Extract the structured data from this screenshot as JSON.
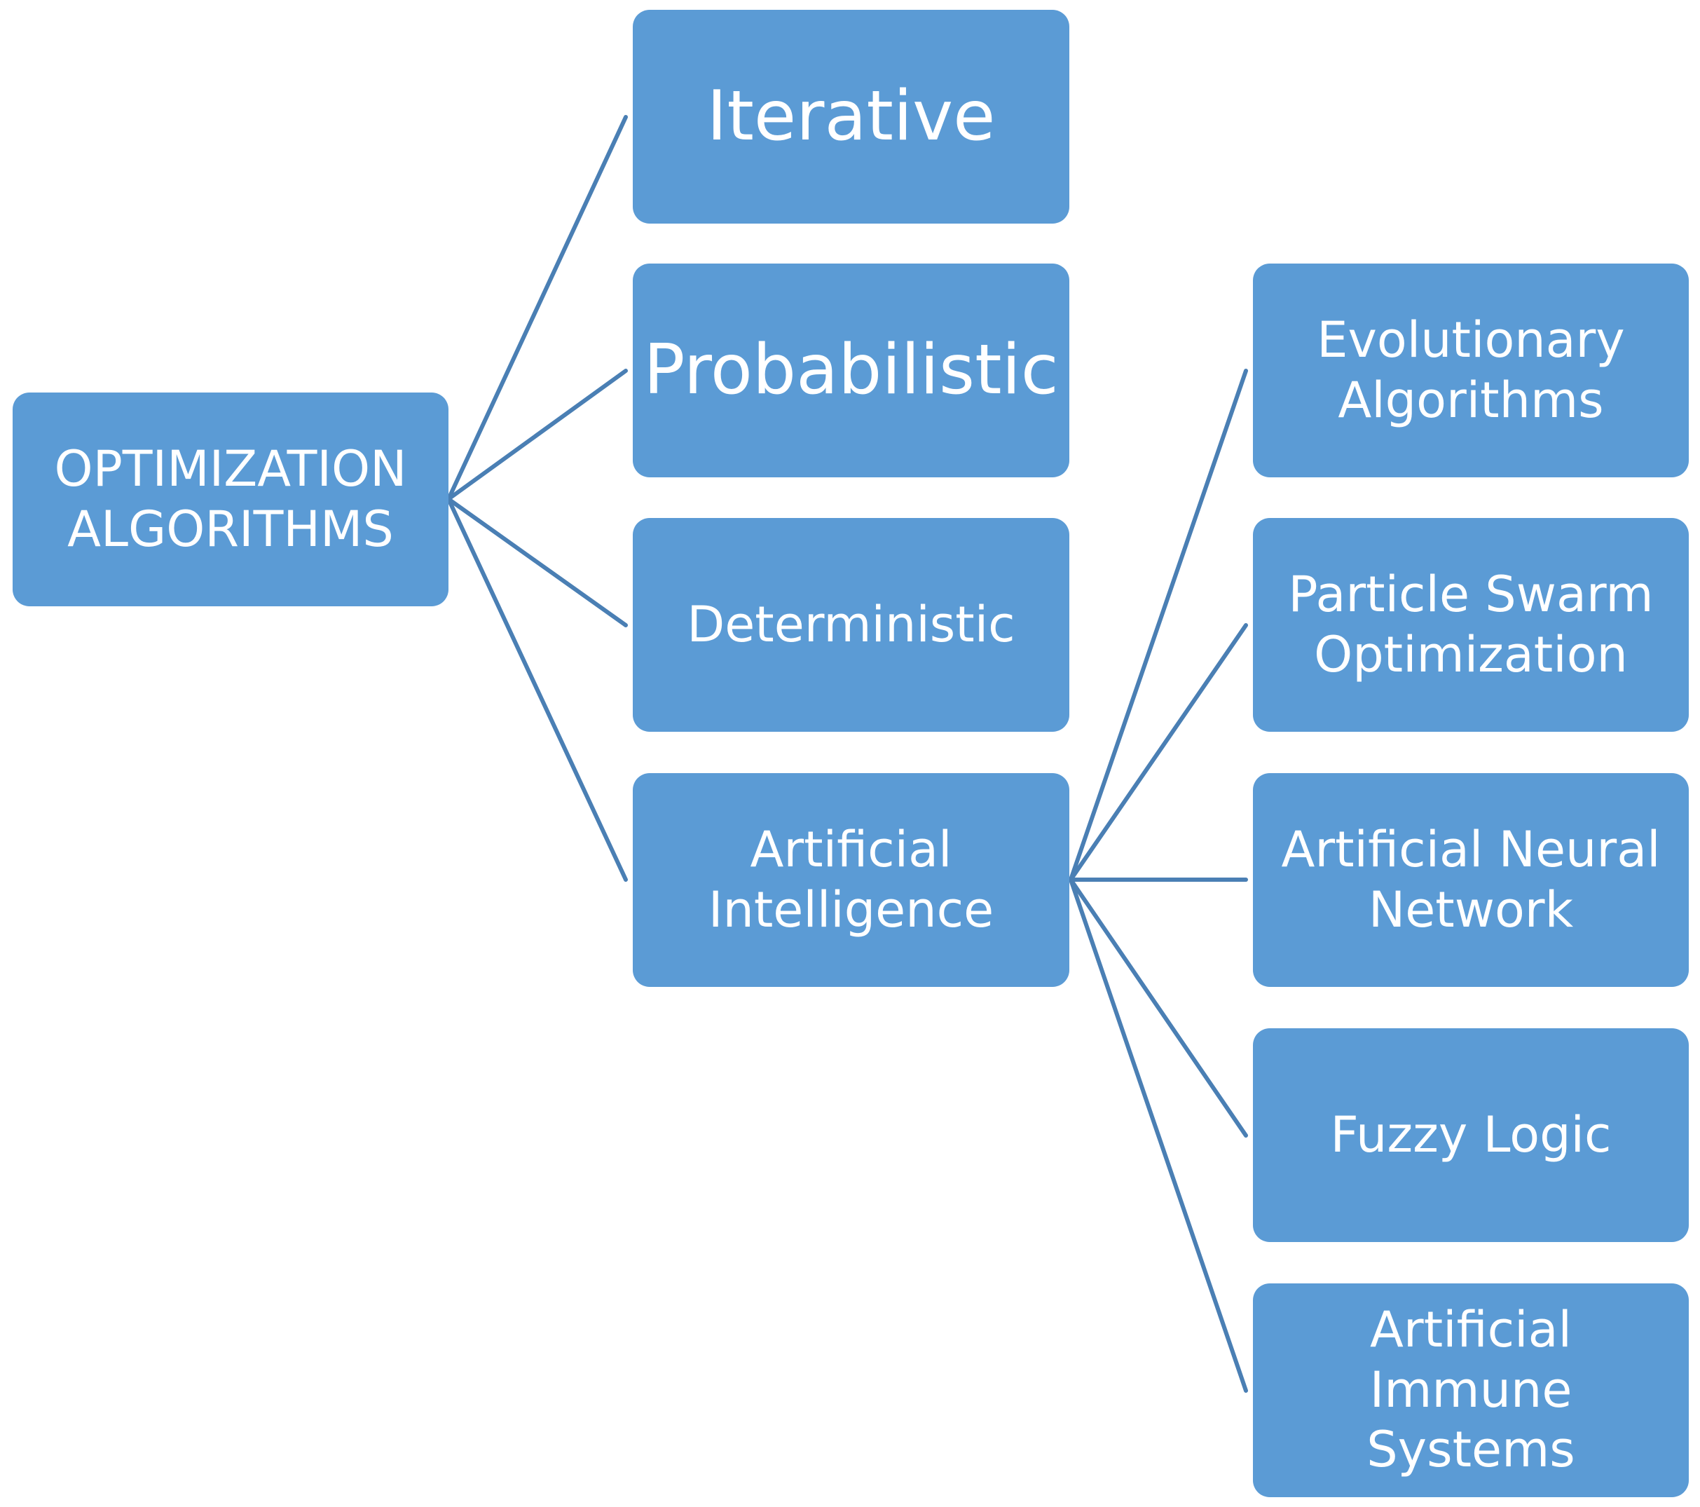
{
  "diagram": {
    "root": {
      "label": "OPTIMIZATION\nALGORITHMS"
    },
    "categories": [
      {
        "label": "Iterative"
      },
      {
        "label": "Probabilistic"
      },
      {
        "label": "Deterministic"
      },
      {
        "label": "Artificial\nIntelligence"
      }
    ],
    "ai_methods": [
      {
        "label": "Evolutionary\nAlgorithms"
      },
      {
        "label": "Particle Swarm\nOptimization"
      },
      {
        "label": "Artificial Neural\nNetwork"
      },
      {
        "label": "Fuzzy Logic"
      },
      {
        "label": "Artificial Immune\nSystems"
      }
    ],
    "colors": {
      "node_fill": "#5b9bd5",
      "node_text": "#ffffff",
      "connector": "#4a7fb4",
      "background": "#ffffff"
    }
  }
}
